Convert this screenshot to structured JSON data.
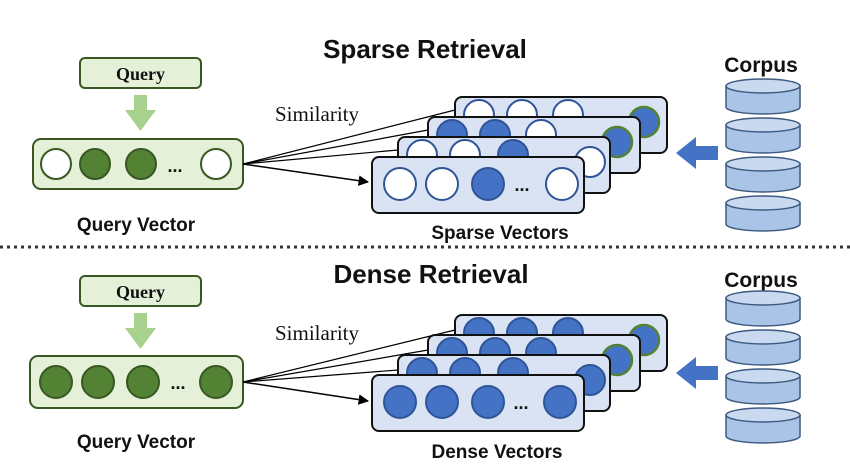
{
  "colors": {
    "query_fill": "#e4f0d8",
    "query_stroke": "#385723",
    "down_arrow": "#a9d18e",
    "green_dot": "#548235",
    "blue_dot": "#4472c4",
    "blue_stroke": "#2f5597",
    "card_fill": "#dae3f3",
    "corpus_fill": "#a9c4e6",
    "corpus_stroke": "#3d5a80",
    "big_arrow": "#4472c4",
    "divider": "#333333"
  },
  "icons": [
    "database-cylinder-icon",
    "arrow-left-icon",
    "arrow-down-icon",
    "ellipsis-icon"
  ],
  "sections": [
    {
      "title": "Sparse Retrieval",
      "query_label": "Query",
      "similarity_label": "Similarity",
      "query_vector_label": "Query Vector",
      "doc_vectors_label": "Sparse Vectors",
      "corpus_label": "Corpus",
      "ellipsis": "...",
      "query_dots": [
        "empty",
        "green",
        "green",
        "empty"
      ],
      "doc_dots": [
        "empty",
        "empty",
        "blue",
        "empty"
      ]
    },
    {
      "title": "Dense Retrieval",
      "query_label": "Query",
      "similarity_label": "Similarity",
      "query_vector_label": "Query Vector",
      "doc_vectors_label": "Dense Vectors",
      "corpus_label": "Corpus",
      "ellipsis": "...",
      "query_dots": [
        "green",
        "green",
        "green",
        "green"
      ],
      "doc_dots": [
        "blue",
        "blue",
        "blue",
        "blue"
      ]
    }
  ]
}
